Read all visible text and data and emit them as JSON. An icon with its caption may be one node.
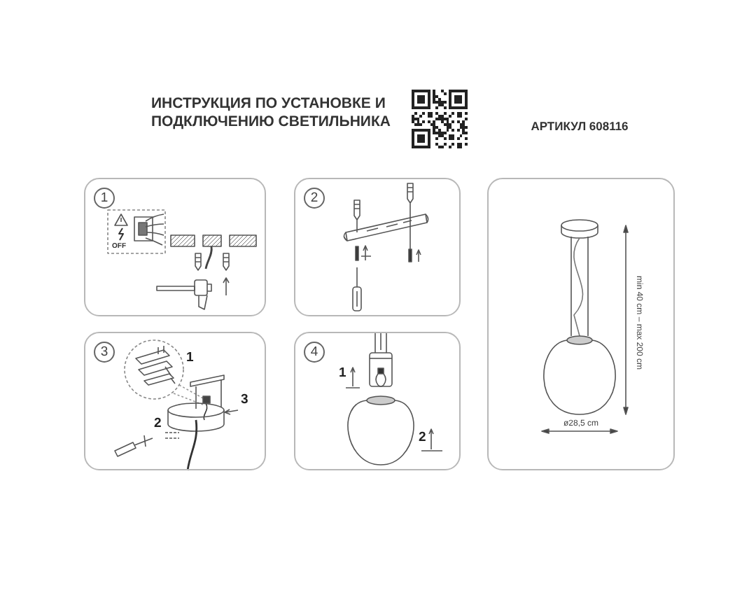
{
  "diagram": {
    "title": "ИНСТРУКЦИЯ ПО УСТАНОВКЕ И ПОДКЛЮЧЕНИЮ СВЕТИЛЬНИКА",
    "nodes": [
      {
        "text": [
          "1"
        ]
      },
      {
        "text": [
          "2"
        ]
      },
      {
        "text": [
          "3"
        ]
      },
      {
        "text": [
          "4"
        ]
      },
      {
        "text": [
          "min 40 cm – max 200 cm",
          "ø28,5 cm"
        ]
      }
    ],
    "labels": [
      "АРТИКУЛ 608116",
      "OFF",
      "1",
      "3",
      "2",
      "1",
      "2"
    ]
  }
}
